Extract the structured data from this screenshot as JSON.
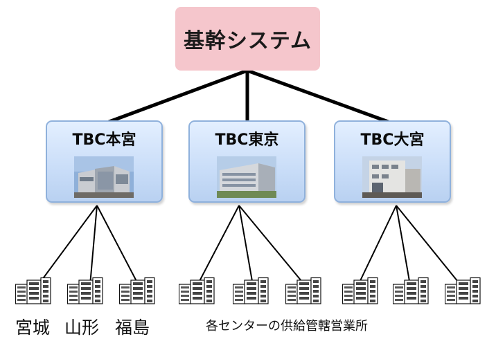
{
  "diagram": {
    "root": {
      "label": "基幹システム",
      "fill": "#f5c6cc"
    },
    "centers": [
      {
        "label": "TBC本宮",
        "photo": "building-photo-motomiya"
      },
      {
        "label": "TBC東京",
        "photo": "building-photo-tokyo"
      },
      {
        "label": "TBC大宮",
        "photo": "building-photo-omiya"
      }
    ],
    "prefectures": [
      "宮城",
      "山形",
      "福島"
    ],
    "caption": "各センターの供給管轄営業所",
    "offices_per_center": 3,
    "colors": {
      "root_fill": "#f5c6cc",
      "center_fill": "#c9ddf8",
      "center_border": "#8fb1dc",
      "connector": "#000000"
    }
  }
}
